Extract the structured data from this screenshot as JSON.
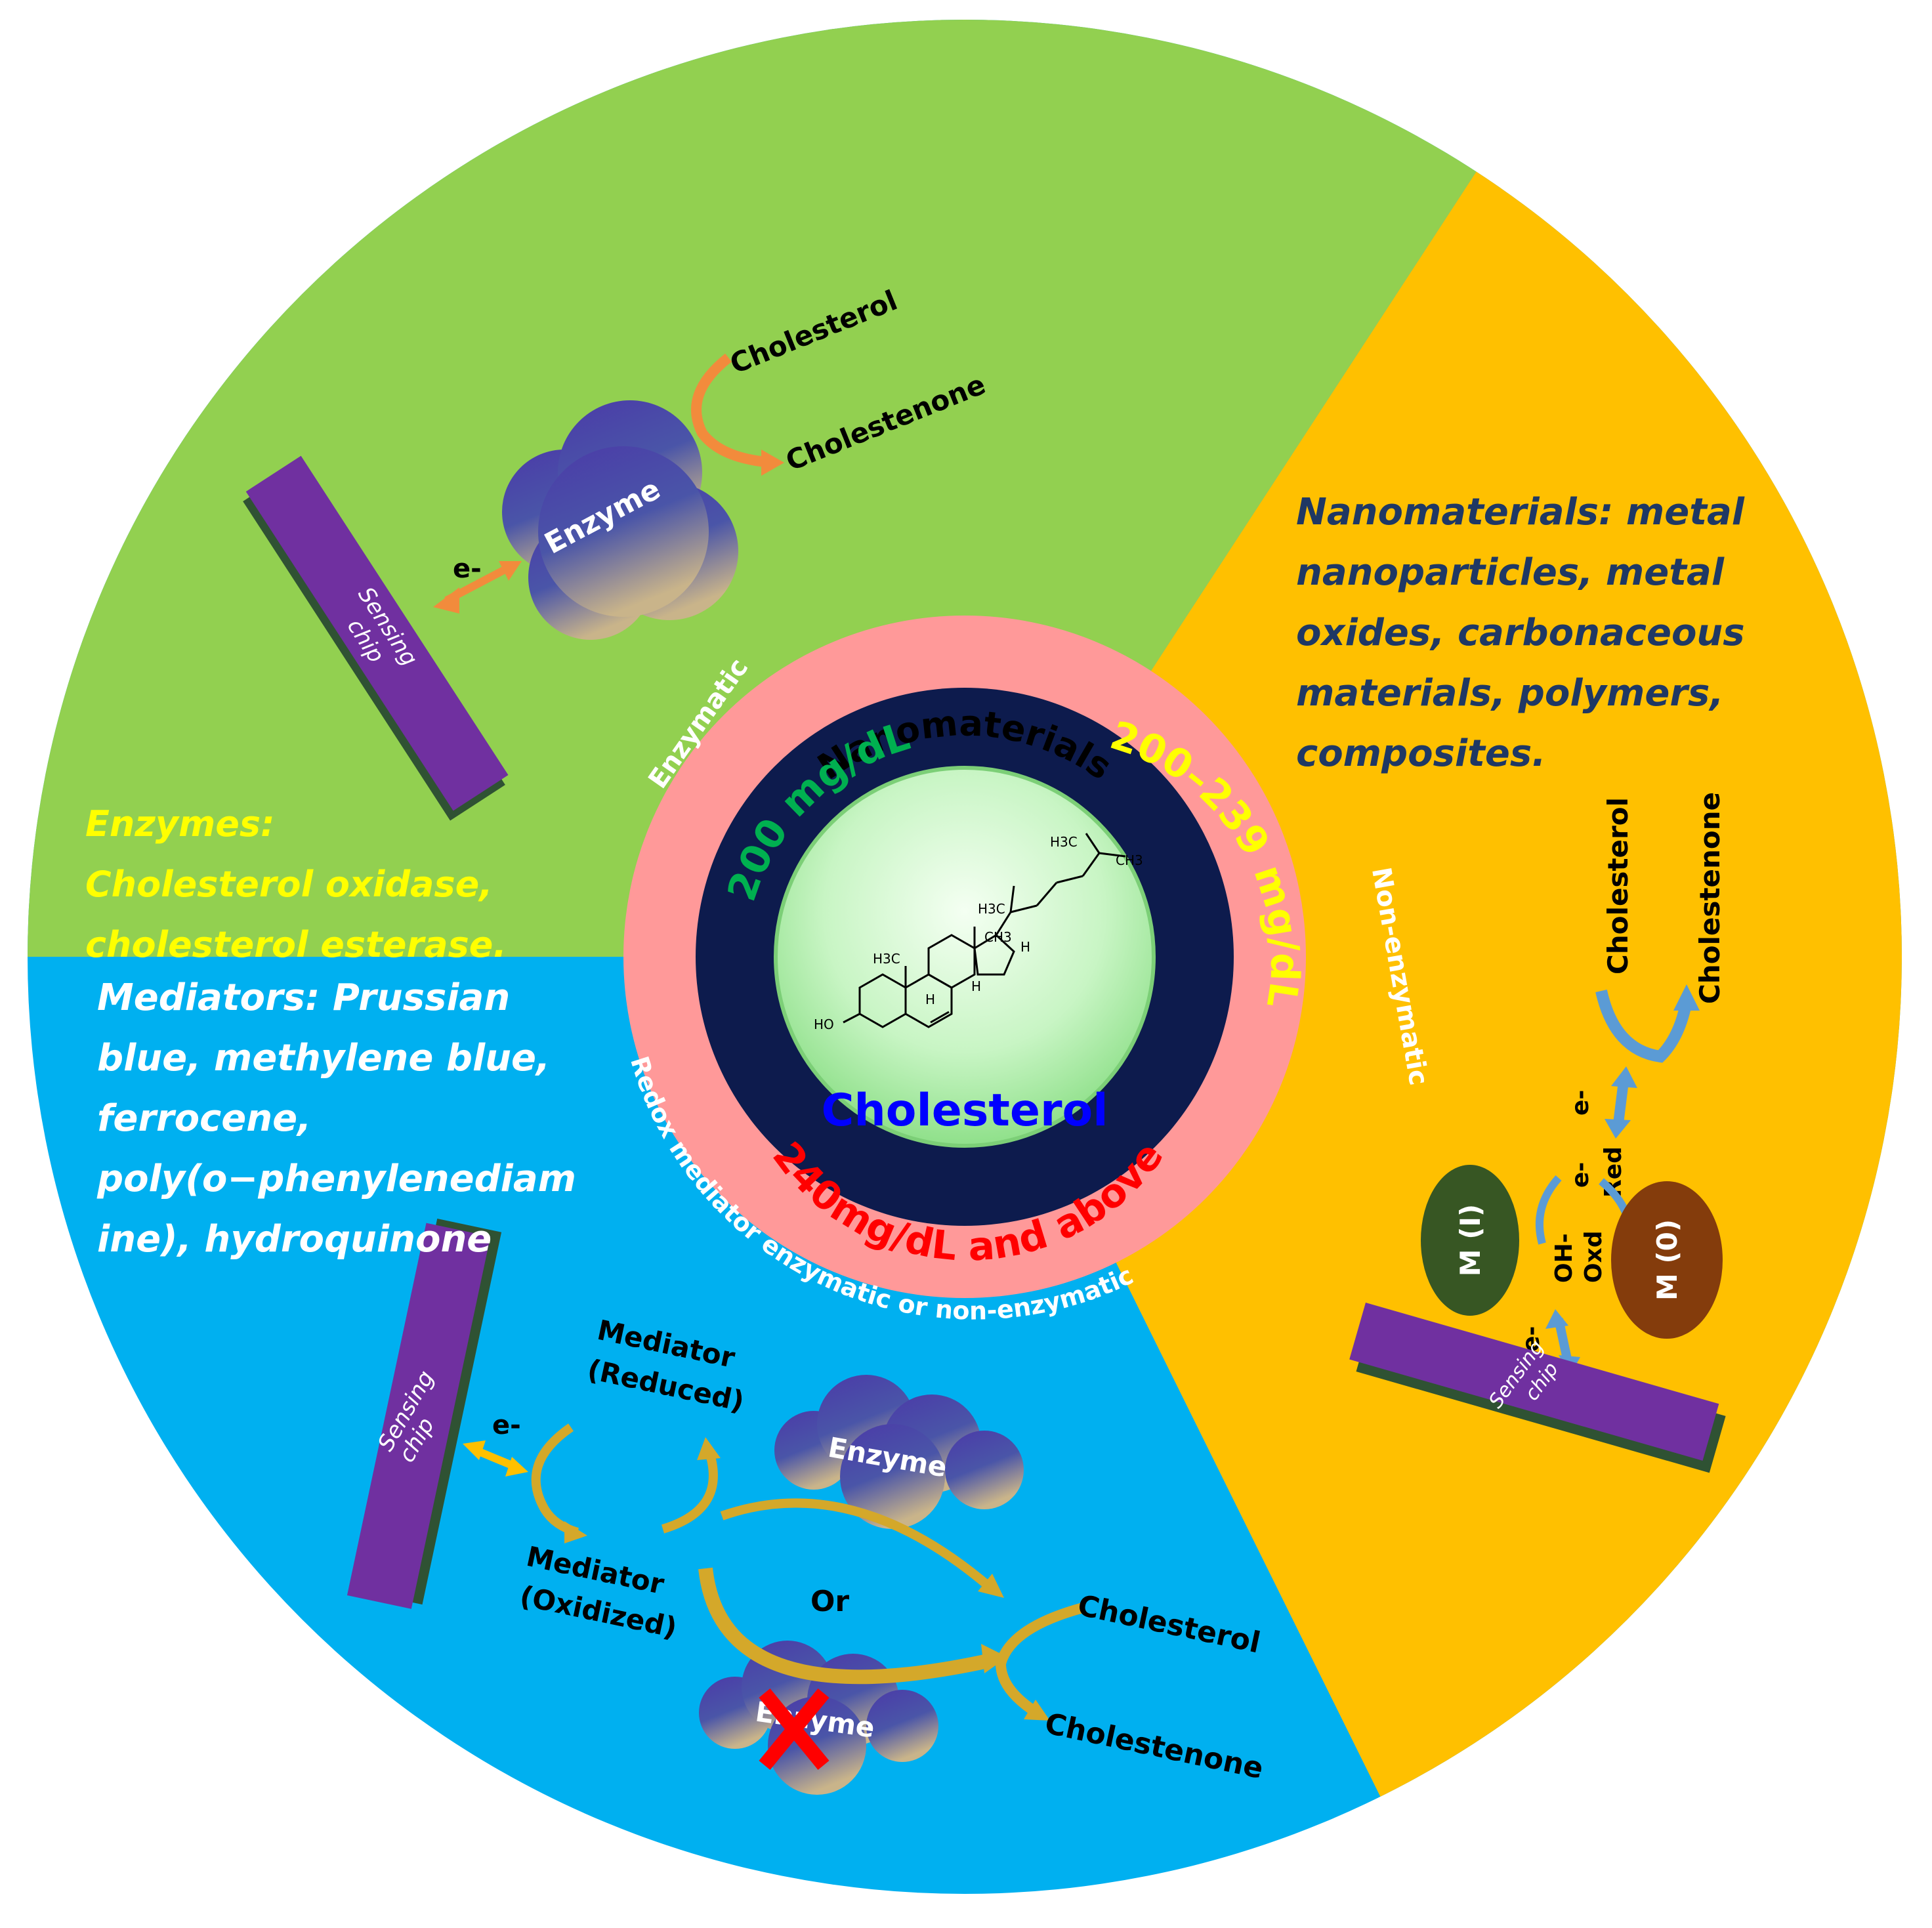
{
  "segments": {
    "enzymatic": {
      "label": "Enzymatic",
      "color": "#92d050",
      "description_lines": [
        "Enzymes:",
        "Cholesterol oxidase,",
        "cholesterol esterase."
      ]
    },
    "non_enzymatic": {
      "label": "Non-enzymatic",
      "color": "#ffc000",
      "description_lines": [
        "Nanomaterials: metal",
        "nanoparticles, metal",
        "oxides, carbonaceous",
        "materials, polymers,",
        "composites."
      ]
    },
    "redox": {
      "label": "Redox mediator enzymatic or non-enzymatic",
      "color": "#00b0f0",
      "description_lines": [
        "Mediators: Prussian",
        "blue, methylene blue,",
        "ferrocene,",
        "poly(o−phenylenediam",
        "ine), hydroquinone"
      ]
    }
  },
  "rings": {
    "outer_label": "Nanomaterials",
    "levels": [
      {
        "text": "200 mg/dL",
        "color": "#00b050"
      },
      {
        "text": "200–239 mg/dL",
        "color": "#ffff00"
      },
      {
        "text": "240mg/dL and above",
        "color": "#ff0000"
      }
    ],
    "center_label": "Cholesterol"
  },
  "molecule": {
    "labels": [
      "H3C",
      "CH3",
      "H3C",
      "CH3",
      "H",
      "H3C",
      "H",
      "H",
      "HO"
    ]
  },
  "enzymatic_panel": {
    "chip_label": [
      "Sensing",
      "chip"
    ],
    "electron": "e-",
    "enzyme": "Enzyme",
    "substrate": "Cholesterol",
    "product": "Cholestenone"
  },
  "non_enzymatic_panel": {
    "substrate": "Cholesterol",
    "product": "Cholestenone",
    "electron_1": "e-",
    "electron_2": "e-",
    "red": "Red",
    "hydroxide": "OH-",
    "oxd": "Oxd",
    "electron_3": "e-",
    "metal_1": "M (I)",
    "metal_0": "M (0)",
    "chip_label": [
      "Sensing",
      "chip"
    ]
  },
  "redox_panel": {
    "chip_label": [
      "Sensing",
      "chip"
    ],
    "electron": "e-",
    "mediator_reduced": [
      "Mediator",
      "(Reduced)"
    ],
    "mediator_oxidized": [
      "Mediator",
      "(Oxidized)"
    ],
    "enzyme": "Enzyme",
    "or": "Or",
    "enzyme_crossed": "Enzyme",
    "substrate": "Cholesterol",
    "product": "Cholestenone"
  }
}
